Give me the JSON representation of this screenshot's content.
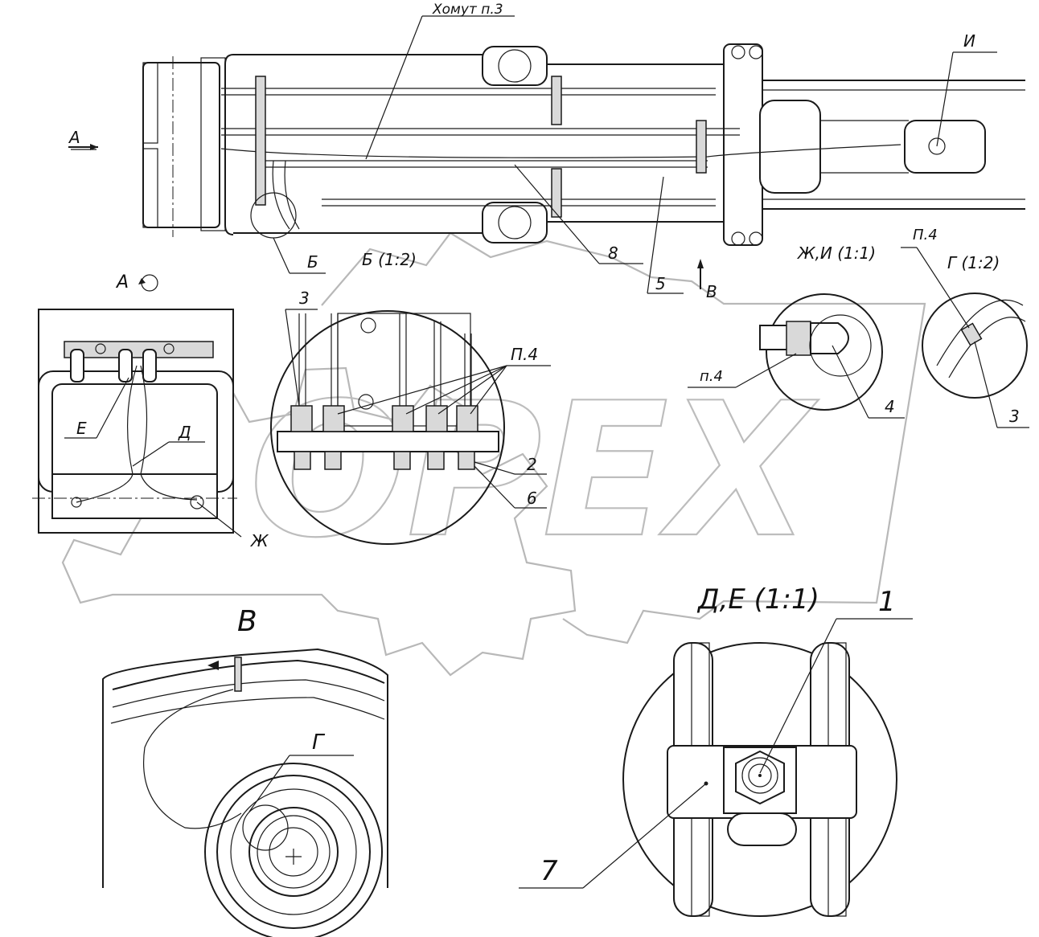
{
  "labels": {
    "clamp_note": "Хомут п.3",
    "view_a_arrow": "А",
    "view_a_title": "А",
    "view_v_arrow": "В",
    "view_v_title": "В",
    "callout_b": "Б",
    "detail_b_title": "Б (1:2)",
    "detail_zh_i_title": "Ж,И (1:1)",
    "detail_g_title": "Г (1:2)",
    "detail_d_e_title": "Д,Е (1:1)",
    "callout_i": "И",
    "callout_e": "Е",
    "callout_d": "Д",
    "callout_zh": "Ж",
    "callout_g": "Г",
    "pos_1": "1",
    "pos_2": "2",
    "pos_3_b": "3",
    "pos_3_g": "3",
    "pos_4": "4",
    "pos_5": "5",
    "pos_6": "6",
    "pos_7": "7",
    "pos_8": "8",
    "note_p4_b": "П.4",
    "note_p4_g": "П.4",
    "note_p4_zh": "п.4"
  }
}
